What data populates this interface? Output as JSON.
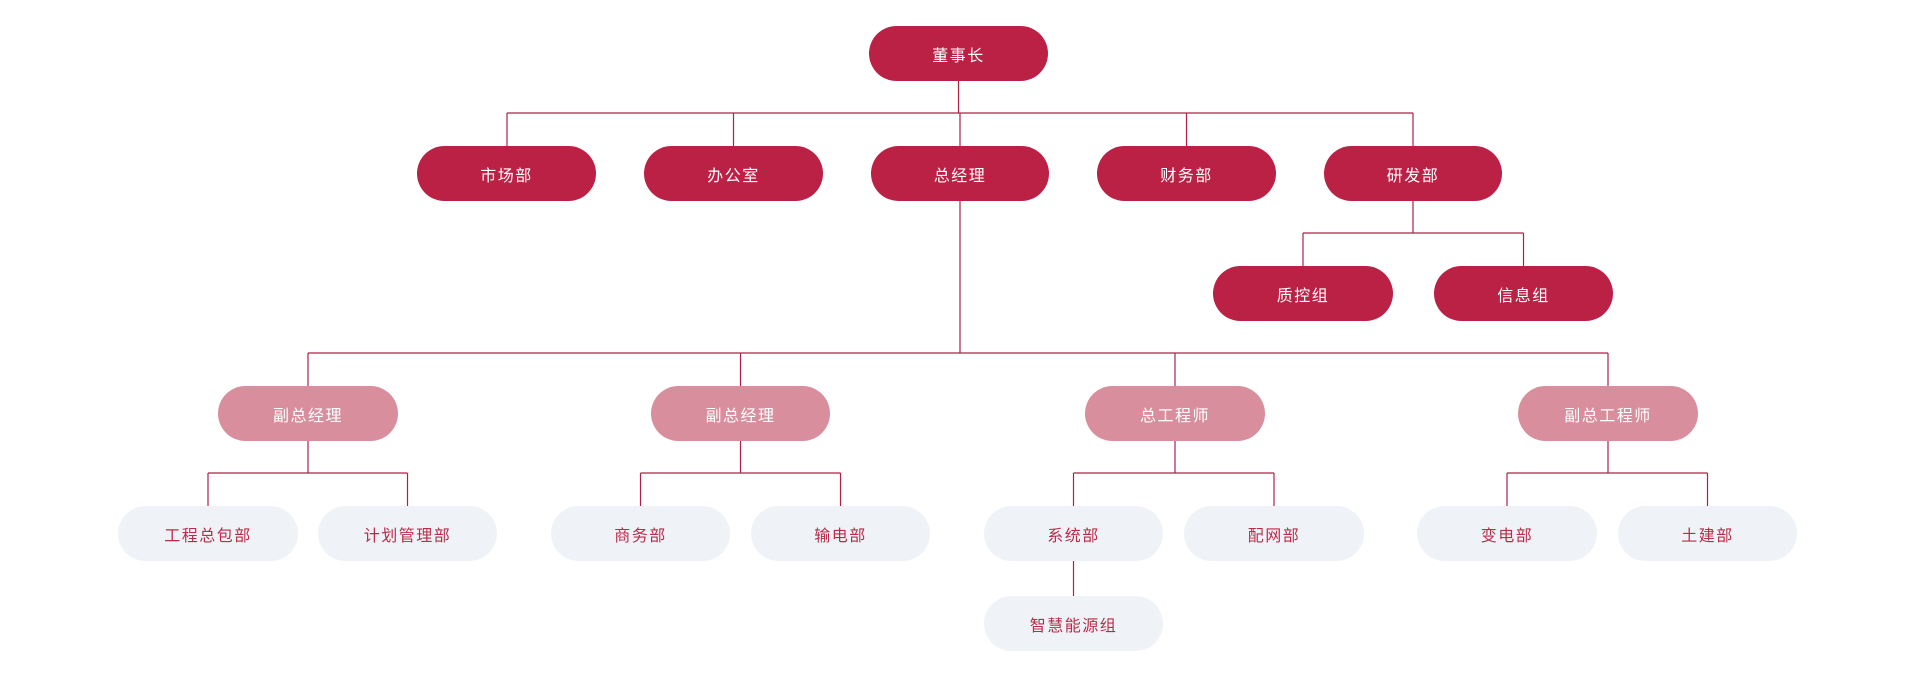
{
  "colors": {
    "primary_pill": "#ba2145",
    "secondary_pill": "#d88e9c",
    "light_pill_bg": "#eff3f8",
    "light_pill_text": "#bb2c48",
    "connector_line": "#b02045",
    "background": "#ffffff"
  },
  "org": {
    "type": "org-chart",
    "nodes": {
      "chairman": {
        "label": "董事长",
        "level": 1,
        "parent": null
      },
      "marketing": {
        "label": "市场部",
        "level": 2,
        "parent": "chairman"
      },
      "office": {
        "label": "办公室",
        "level": 2,
        "parent": "chairman"
      },
      "general_manager": {
        "label": "总经理",
        "level": 2,
        "parent": "chairman"
      },
      "finance": {
        "label": "财务部",
        "level": 2,
        "parent": "chairman"
      },
      "rnd": {
        "label": "研发部",
        "level": 2,
        "parent": "chairman"
      },
      "quality_control": {
        "label": "质控组",
        "level": 3,
        "parent": "rnd"
      },
      "information": {
        "label": "信息组",
        "level": 3,
        "parent": "rnd"
      },
      "deputy_gm_1": {
        "label": "副总经理",
        "level": 3,
        "parent": "general_manager"
      },
      "deputy_gm_2": {
        "label": "副总经理",
        "level": 3,
        "parent": "general_manager"
      },
      "chief_engineer": {
        "label": "总工程师",
        "level": 3,
        "parent": "general_manager"
      },
      "deputy_chief_engineer": {
        "label": "副总工程师",
        "level": 3,
        "parent": "general_manager"
      },
      "epc": {
        "label": "工程总包部",
        "level": 4,
        "parent": "deputy_gm_1"
      },
      "planning": {
        "label": "计划管理部",
        "level": 4,
        "parent": "deputy_gm_1"
      },
      "business": {
        "label": "商务部",
        "level": 4,
        "parent": "deputy_gm_2"
      },
      "transmission": {
        "label": "输电部",
        "level": 4,
        "parent": "deputy_gm_2"
      },
      "systems": {
        "label": "系统部",
        "level": 4,
        "parent": "chief_engineer"
      },
      "distribution": {
        "label": "配网部",
        "level": 4,
        "parent": "chief_engineer"
      },
      "substation": {
        "label": "变电部",
        "level": 4,
        "parent": "deputy_chief_engineer"
      },
      "civil": {
        "label": "土建部",
        "level": 4,
        "parent": "deputy_chief_engineer"
      },
      "smart_energy": {
        "label": "智慧能源组",
        "level": 5,
        "parent": "systems"
      }
    }
  }
}
